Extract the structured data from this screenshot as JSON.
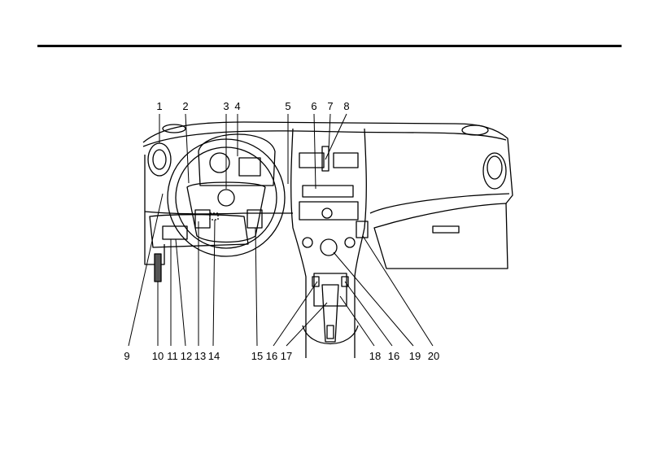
{
  "figure": {
    "subject": "instrument-panel-overview",
    "top_callouts": [
      "1",
      "2",
      "3",
      "4",
      "5",
      "6",
      "7",
      "8"
    ],
    "bottom_callouts": [
      "9",
      "10",
      "11",
      "12",
      "13",
      "14",
      "15",
      "16",
      "17",
      "18",
      "16",
      "19",
      "20"
    ]
  },
  "colors": {
    "line": "#000000",
    "shade": "#d8d8d8",
    "dark": "#555555"
  }
}
